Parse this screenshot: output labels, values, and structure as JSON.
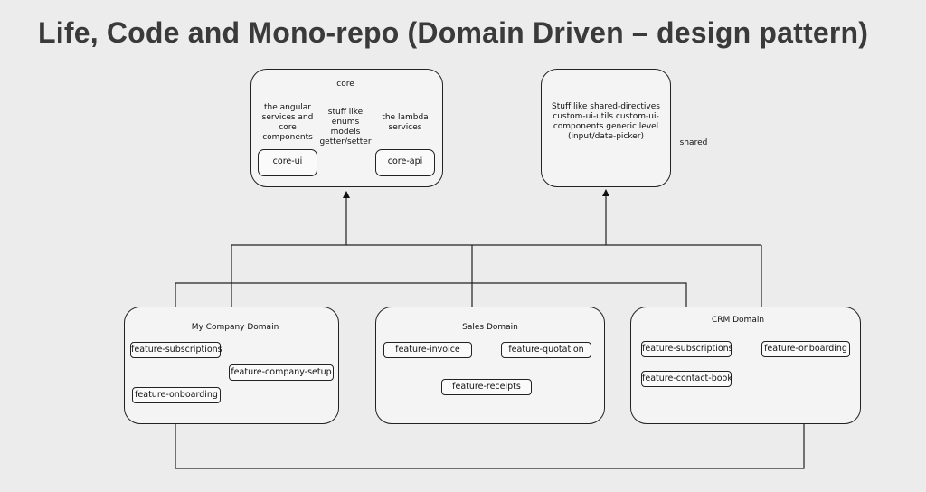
{
  "title": "Life, Code and Mono-repo (Domain Driven – design pattern)",
  "core": {
    "label": "core",
    "angular_desc": "the angular services and core components",
    "models_desc": "stuff like enums models getter/setter",
    "lambda_desc": "the lambda services",
    "core_ui": "core-ui",
    "core_api": "core-api"
  },
  "shared": {
    "label": "shared",
    "description": "Stuff like shared-directives custom-ui-utils custom-ui-components generic level (input/date-picker)"
  },
  "my_company": {
    "label": "My Company Domain",
    "features": [
      "feature-subscriptions",
      "feature-company-setup",
      "feature-onboarding"
    ]
  },
  "sales": {
    "label": "Sales Domain",
    "features": [
      "feature-invoice",
      "feature-quotation",
      "feature-receipts"
    ]
  },
  "crm": {
    "label": "CRM Domain",
    "features": [
      "feature-subscriptions",
      "feature-onboarding",
      "feature-contact-book"
    ]
  }
}
